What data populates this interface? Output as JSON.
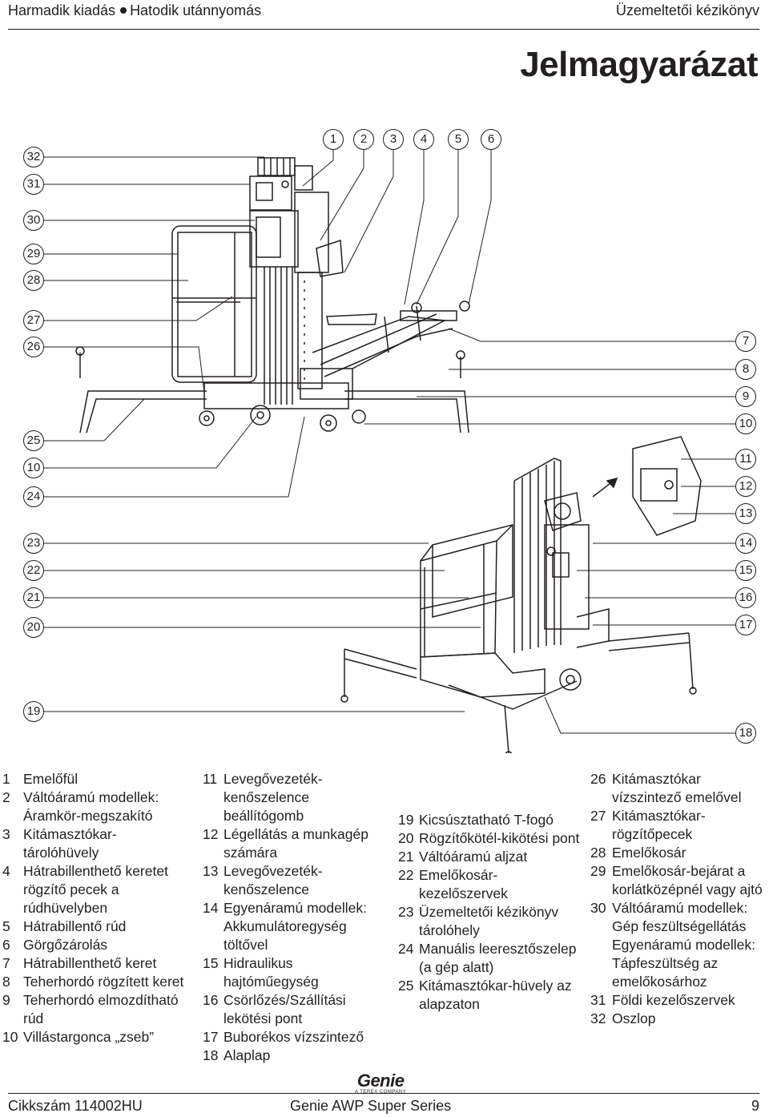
{
  "header": {
    "edition": "Harmadik kiadás",
    "printing": "Hatodik utánnyomás",
    "manual": "Üzemeltetői kézikönyv"
  },
  "title": "Jelmagyarázat",
  "callouts": {
    "top": [
      "1",
      "2",
      "3",
      "4",
      "5",
      "6"
    ],
    "left": [
      "32",
      "31",
      "30",
      "29",
      "28",
      "27",
      "26",
      "25",
      "10",
      "24",
      "23",
      "22",
      "21",
      "20",
      "19"
    ],
    "right": [
      "7",
      "8",
      "9",
      "10",
      "11",
      "12",
      "13",
      "14",
      "15",
      "16",
      "17",
      "18"
    ]
  },
  "legend": {
    "col1": [
      {
        "num": "1",
        "text": "Emelőfül"
      },
      {
        "num": "2",
        "text": "Váltóáramú modellek: Áramkör-megszakító"
      },
      {
        "num": "3",
        "text": "Kitámasztókar-tárolóhüvely"
      },
      {
        "num": "4",
        "text": "Hátrabillenthető keretet rögzítő pecek a rúdhüvelyben"
      },
      {
        "num": "5",
        "text": "Hátrabillentő rúd"
      },
      {
        "num": "6",
        "text": "Görgőzárolás"
      },
      {
        "num": "7",
        "text": "Hátrabillenthető keret"
      },
      {
        "num": "8",
        "text": "Teherhordó rögzített keret"
      },
      {
        "num": "9",
        "text": "Teherhordó elmozdítható rúd"
      },
      {
        "num": "10",
        "text": "Villástargonca „zseb”"
      }
    ],
    "col2": [
      {
        "num": "11",
        "text": "Levegővezeték-kenőszelence beállítógomb"
      },
      {
        "num": "12",
        "text": "Légellátás a munkagép számára"
      },
      {
        "num": "13",
        "text": "Levegővezeték-kenőszelence"
      },
      {
        "num": "14",
        "text": "Egyenáramú modellek: Akkumulátoregység töltővel"
      },
      {
        "num": "15",
        "text": "Hidraulikus hajtóműegység"
      },
      {
        "num": "16",
        "text": "Csörlőzés/Szállítási lekötési pont"
      },
      {
        "num": "17",
        "text": "Buborékos vízszintező"
      },
      {
        "num": "18",
        "text": "Alaplap"
      }
    ],
    "col3": [
      {
        "num": "19",
        "text": "Kicsúsztatható T-fogó"
      },
      {
        "num": "20",
        "text": "Rögzítőkötél-kikötési pont"
      },
      {
        "num": "21",
        "text": "Váltóáramú aljzat"
      },
      {
        "num": "22",
        "text": "Emelőkosár-kezelőszervek"
      },
      {
        "num": "23",
        "text": "Üzemeltetői kézikönyv tárolóhely"
      },
      {
        "num": "24",
        "text": "Manuális leeresztőszelep (a gép alatt)"
      },
      {
        "num": "25",
        "text": "Kitámasztókar-hüvely az alapzaton"
      }
    ],
    "col4": [
      {
        "num": "26",
        "text": "Kitámasztókar vízszintező emelővel"
      },
      {
        "num": "27",
        "text": "Kitámasztókar-rögzítőpecek"
      },
      {
        "num": "28",
        "text": "Emelőkosár"
      },
      {
        "num": "29",
        "text": "Emelőkosár-bejárat a korlátközépnél vagy ajtó"
      },
      {
        "num": "30",
        "text": "Váltóáramú modellek: Gép feszültségellátás Egyenáramú modellek: Tápfeszültség az emelőkosárhoz"
      },
      {
        "num": "31",
        "text": "Földi kezelőszervek"
      },
      {
        "num": "32",
        "text": "Oszlop"
      }
    ]
  },
  "footer": {
    "part_number": "Cikkszám 114002HU",
    "series": "Genie AWP Super Series",
    "page": "9",
    "logo": "Genie",
    "logo_sub": "A TEREX COMPANY"
  }
}
